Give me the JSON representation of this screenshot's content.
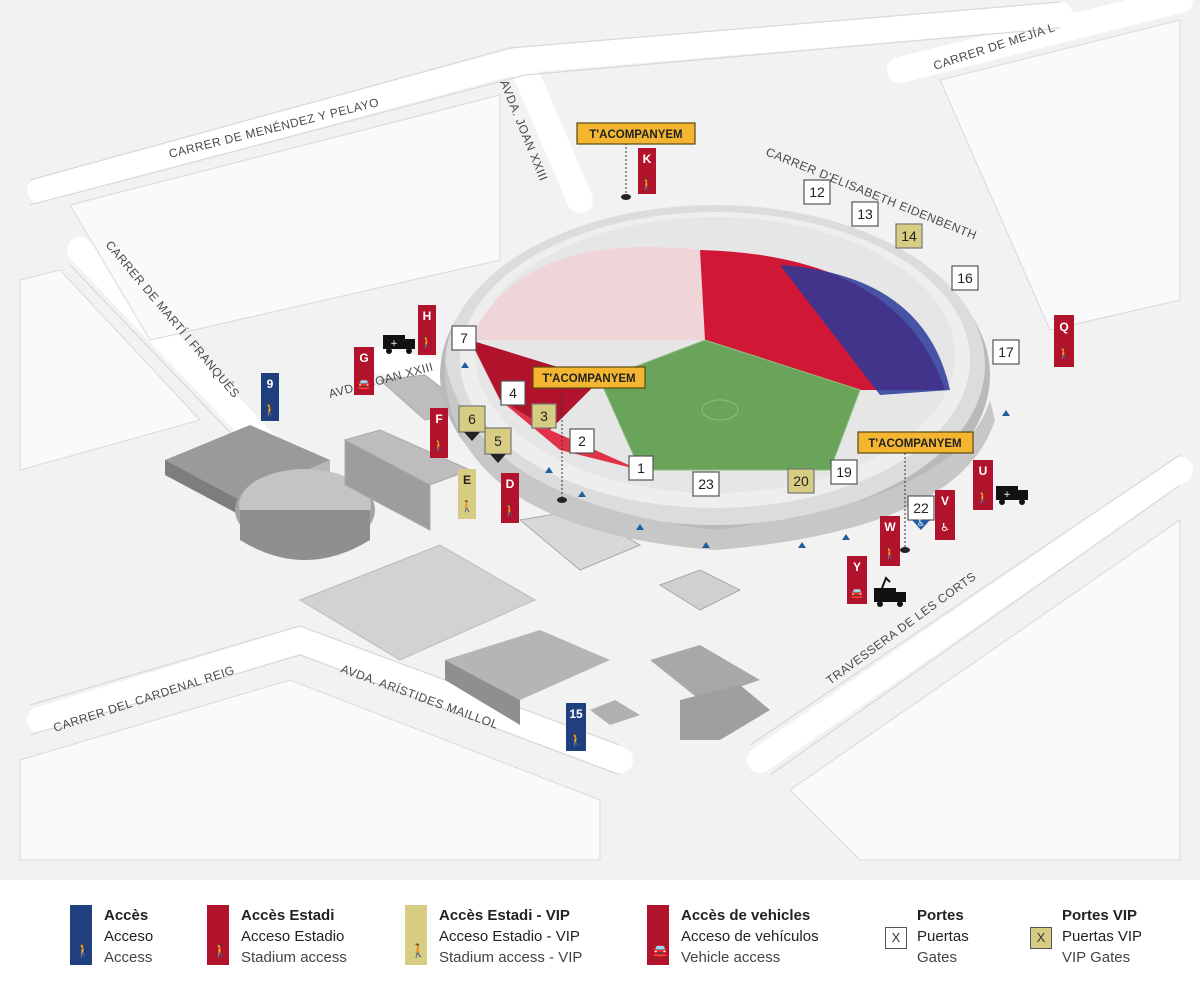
{
  "streets": {
    "menendez": "CARRER DE MENÉNDEZ Y PELAYO",
    "joan_xxiii_top": "AVDA. JOAN XXIII",
    "elisabeth": "CARRER D'ELISABETH EIDENBENTH",
    "mejia": "CARRER DE MEJÍA L",
    "marti_franques": "CARRER DE MARTÍ I FRANQUÈS",
    "joan_xxiii_mid": "AVDA. JOAN XXIII",
    "cardenal_reig": "CARRER DEL CARDENAL REIG",
    "aristides": "AVDA. ARÍSTIDES MAILLOL",
    "travessera": "TRAVESSERA DE LES CORTS"
  },
  "tacompanyem": "T'ACOMPANYEM",
  "gates": {
    "g1": "1",
    "g2": "2",
    "g3": "3",
    "g4": "4",
    "g5": "5",
    "g6": "6",
    "g7": "7",
    "g12": "12",
    "g13": "13",
    "g14": "14",
    "g16": "16",
    "g17": "17",
    "g19": "19",
    "g20": "20",
    "g22": "22",
    "g23": "23"
  },
  "access_points": {
    "a9": "9",
    "a15": "15",
    "D": "D",
    "E": "E",
    "F": "F",
    "G": "G",
    "H": "H",
    "K": "K",
    "Q": "Q",
    "U": "U",
    "V": "V",
    "W": "W",
    "Y": "Y"
  },
  "colors": {
    "access_blue": "#1f3f7f",
    "stadium_red": "#b1122c",
    "vip_gold": "#d6cc82",
    "tacompanyem_yellow": "#f4b531",
    "pitch_green": "#6aa35a"
  },
  "legend": {
    "acces": {
      "l1": "Accès",
      "l2": "Acceso",
      "l3": "Access",
      "icon": "person-walking-icon"
    },
    "estadi": {
      "l1": "Accès Estadi",
      "l2": "Acceso Estadio",
      "l3": "Stadium access",
      "icon": "person-walking-icon"
    },
    "vip": {
      "l1": "Accès Estadi - VIP",
      "l2": "Acceso Estadio - VIP",
      "l3": "Stadium access - VIP",
      "icon": "person-walking-icon"
    },
    "vehicles": {
      "l1": "Accès de vehicles",
      "l2": "Acceso de vehículos",
      "l3": "Vehicle access",
      "icon": "car-icon"
    },
    "portes": {
      "l1": "Portes",
      "l2": "Puertas",
      "l3": "Gates",
      "mark": "X"
    },
    "portes_vip": {
      "l1": "Portes VIP",
      "l2": "Puertas VIP",
      "l3": "VIP Gates",
      "mark": "X"
    }
  }
}
